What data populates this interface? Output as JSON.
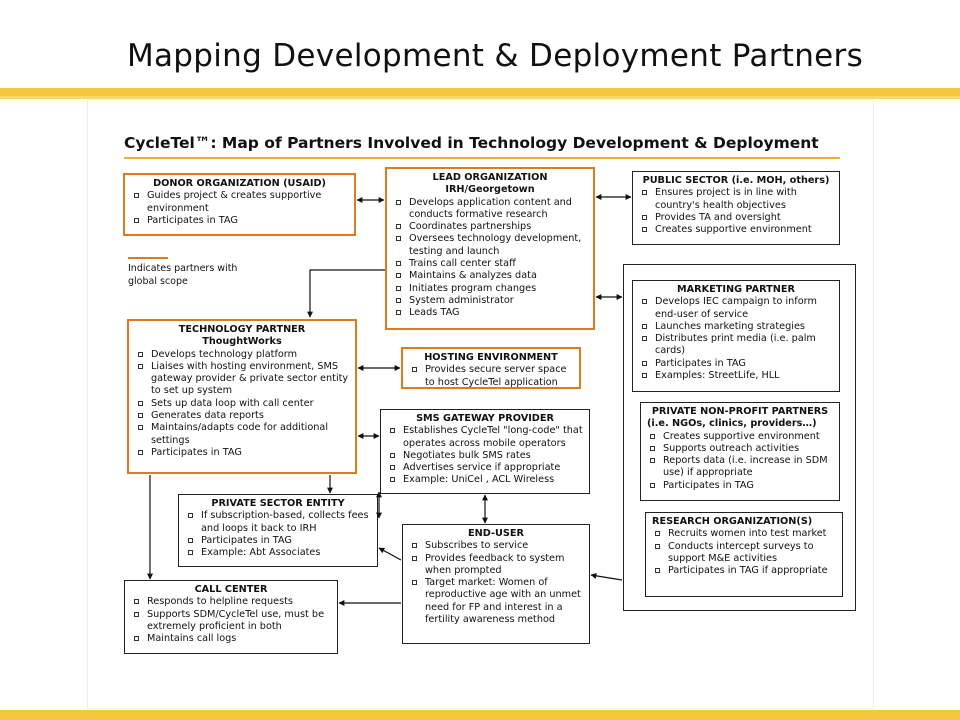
{
  "slide_title": "Mapping Development & Deployment Partners",
  "map_title": "CycleTel™: Map of Partners Involved in Technology Development & Deployment",
  "legend": "Indicates partners with global scope",
  "donor": {
    "title": "DONOR ORGANIZATION (USAID)",
    "items": [
      "Guides project & creates supportive environment",
      "Participates in TAG"
    ]
  },
  "lead": {
    "title": "LEAD ORGANIZATION",
    "subtitle": "IRH/Georgetown",
    "items": [
      "Develops application content and conducts formative research",
      "Coordinates partnerships",
      "Oversees technology development, testing and launch",
      "Trains call center staff",
      "Maintains & analyzes data",
      "Initiates program changes",
      "System administrator",
      "Leads TAG"
    ]
  },
  "public": {
    "title": "PUBLIC SECTOR (i.e. MOH, others)",
    "items": [
      "Ensures project is in line with country's health objectives",
      "Provides TA and oversight",
      "Creates supportive environment"
    ]
  },
  "tech": {
    "title": "TECHNOLOGY PARTNER",
    "subtitle": "ThoughtWorks",
    "items": [
      "Develops technology platform",
      "Liaises with hosting environment, SMS gateway provider & private sector entity to set up system",
      "Sets up data loop with call center",
      "Generates data reports",
      "Maintains/adapts code for additional settings",
      "Participates in TAG"
    ]
  },
  "hosting": {
    "title": "HOSTING ENVIRONMENT",
    "items": [
      "Provides secure server space to host CycleTel application"
    ]
  },
  "marketing": {
    "title": "MARKETING PARTNER",
    "items": [
      "Develops IEC campaign to inform end-user of service",
      "Launches marketing strategies",
      "Distributes print media (i.e. palm cards)",
      "Participates in TAG",
      "Examples: StreetLife, HLL"
    ]
  },
  "sms": {
    "title": "SMS GATEWAY PROVIDER",
    "items": [
      "Establishes CycleTel \"long-code\" that operates across mobile operators",
      "Negotiates bulk SMS rates",
      "Advertises service if appropriate",
      "Example: UniCel , ACL Wireless"
    ]
  },
  "nonprofit": {
    "title": "PRIVATE NON-PROFIT PARTNERS",
    "subtitle": "(i.e. NGOs, clinics, providers…)",
    "items": [
      "Creates supportive environment",
      "Supports outreach activities",
      "Reports data (i.e. increase in SDM use) if appropriate",
      "Participates in TAG"
    ]
  },
  "private": {
    "title": "PRIVATE SECTOR ENTITY",
    "items": [
      "If subscription-based, collects fees and loops it back to IRH",
      "Participates in TAG",
      "Example: Abt Associates"
    ]
  },
  "research": {
    "title": "RESEARCH ORGANIZATION(S)",
    "items": [
      "Recruits women into test market",
      "Conducts intercept surveys to support M&E activities",
      "Participates in TAG if appropriate"
    ]
  },
  "enduser": {
    "title": "END-USER",
    "items": [
      "Subscribes to service",
      "Provides feedback to system when prompted",
      "Target market: Women of reproductive age with an unmet need for FP and interest in a fertility awareness method"
    ]
  },
  "callcenter": {
    "title": "CALL CENTER",
    "items": [
      "Responds to helpline requests",
      "Supports SDM/CycleTel use, must be extremely proficient in both",
      "Maintains call logs"
    ]
  },
  "colors": {
    "accent_band": "#f5c73f",
    "global_scope_border": "#e07a1f",
    "box_border": "#222222"
  }
}
